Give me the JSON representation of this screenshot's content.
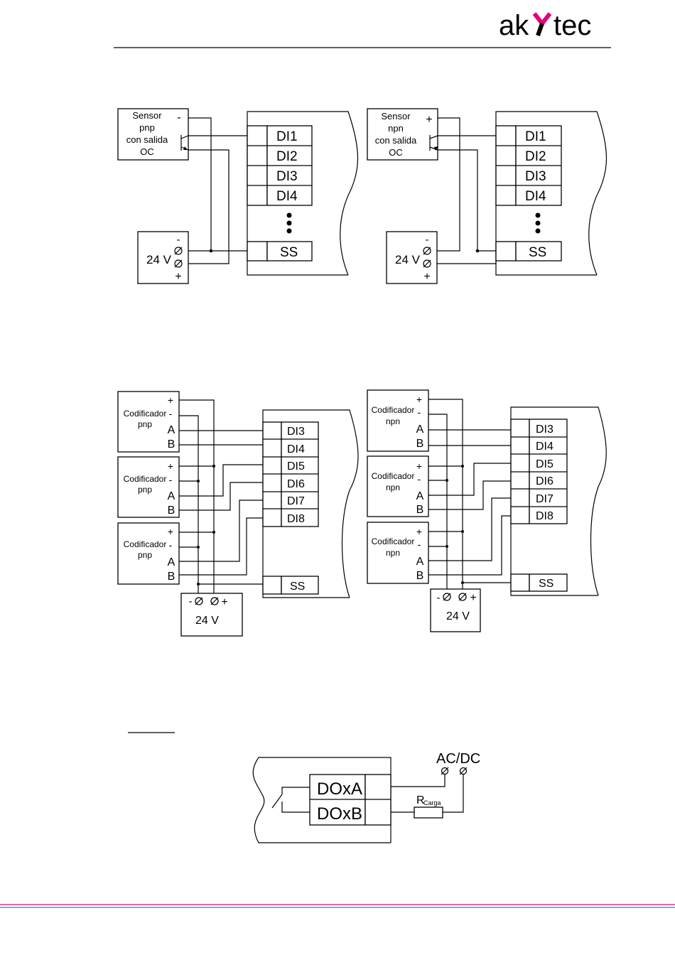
{
  "header": {
    "logo_left": "ak",
    "logo_right": "tec",
    "logo_accent_color": "#e3007d",
    "rule_color": "#000000"
  },
  "figure1": {
    "left": {
      "sensor_lines": [
        "Sensor",
        "pnp",
        "con salida",
        "OC"
      ],
      "sensor_terminal": "-",
      "psu_label": "24 V",
      "psu_minus": "-",
      "psu_plus": "+",
      "inputs": [
        "DI1",
        "DI2",
        "DI3",
        "DI4"
      ],
      "common": "SS"
    },
    "right": {
      "sensor_lines": [
        "Sensor",
        "npn",
        "con salida",
        "OC"
      ],
      "sensor_terminal": "+",
      "psu_label": "24 V",
      "psu_minus": "-",
      "psu_plus": "+",
      "inputs": [
        "DI1",
        "DI2",
        "DI3",
        "DI4"
      ],
      "common": "SS"
    }
  },
  "figure2": {
    "left": {
      "encoder_title": "Codificador",
      "encoder_type": "pnp",
      "pins": [
        "+",
        "-",
        "A",
        "B"
      ],
      "inputs": [
        "DI3",
        "DI4",
        "DI5",
        "DI6",
        "DI7",
        "DI8"
      ],
      "common": "SS",
      "psu_label": "24 V",
      "psu_minus": "-",
      "psu_plus": "+"
    },
    "right": {
      "encoder_title": "Codificador",
      "encoder_type": "npn",
      "pins": [
        "+",
        "-",
        "A",
        "B"
      ],
      "inputs": [
        "DI3",
        "DI4",
        "DI5",
        "DI6",
        "DI7",
        "DI8"
      ],
      "common": "SS",
      "psu_label": "24 V",
      "psu_minus": "-",
      "psu_plus": "+"
    }
  },
  "figure3": {
    "outputs": [
      "DOxA",
      "DOxB"
    ],
    "supply": "AC/DC",
    "load_r": "R",
    "load_sub": "Carga"
  },
  "footer": {
    "line1_color": "#e3007d",
    "line2_color": "#009e8e"
  }
}
